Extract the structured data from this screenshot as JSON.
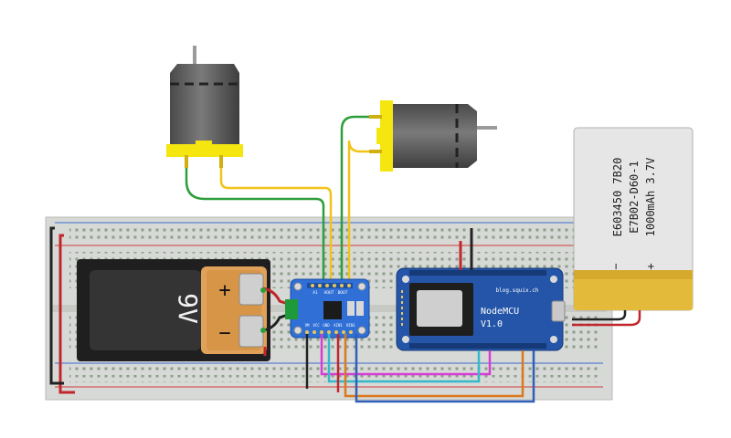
{
  "battery_9v": {
    "label": "9V",
    "plus": "+",
    "minus": "−"
  },
  "motor_driver": {
    "top_pins": [
      "AOUT",
      "BOUT",
      "A1"
    ],
    "bottom_pins": [
      "VM",
      "VCC",
      "GND",
      "AIN1",
      "BIN1"
    ]
  },
  "nodemcu": {
    "url": "blog.squix.ch",
    "name": "NodeMCU",
    "version": "V1.0"
  },
  "lipo": {
    "line1": "E603450 7B20",
    "line2": "E7B02-D60-1",
    "line3": "1000mAh 3.7V",
    "minus": "−",
    "plus": "+"
  },
  "colors": {
    "wire_red": "#c0262c",
    "wire_black": "#222222",
    "wire_yellow": "#f2c318",
    "wire_green": "#2e9e3c",
    "wire_magenta": "#d63bd6",
    "wire_orange": "#d9781e",
    "wire_blue": "#2f5fb8",
    "wire_cyan": "#35b9c9",
    "driver_pcb": "#2f6fd6",
    "nodemcu_pcb": "#2455a8",
    "battery_gold": "#e4ba3b",
    "motor_cap": "#f5e60f"
  }
}
